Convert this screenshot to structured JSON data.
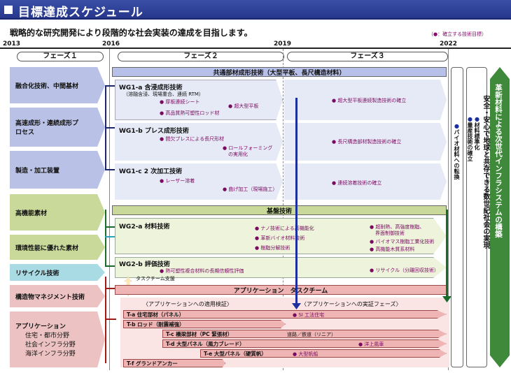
{
  "header": {
    "title": "目標達成スケジュール"
  },
  "subtitle": "戦略的な研究開発により段階的な社会実装の達成を目指します。",
  "legend_note": "（●：確立する技術目標）",
  "years": [
    "2013",
    "2016",
    "2019",
    "2022"
  ],
  "phases": [
    "フェーズ１",
    "フェーズ２",
    "フェーズ３"
  ],
  "left_categories": [
    "融合化技術、中間基材",
    "高速成形・連続成形プロセス",
    "製造・加工装置",
    "高機能素材",
    "環境性能に優れた素材",
    "リサイクル技術",
    "構造物マネジメント技術",
    "アプリケーション"
  ],
  "app_sub": [
    "住宅・都市分野",
    "社会インフラ分野",
    "海洋インフラ分野"
  ],
  "common_bar": "共通部材成形技術（大型平板、長尺構造材料）",
  "base_bar": "基盤技術",
  "app_bar": "アプリケーション　タスクチーム",
  "wg": {
    "a1_title": "WG1-a 含浸成形技術",
    "a1_sub": "（溶融含浸、現場重合、連続 RTM）",
    "a1_items": [
      "厚板連続シート",
      "超大型平板",
      "高品質熱可塑性ロッド材"
    ],
    "a1_p3": "超大型平板連続製造技術の確立",
    "b1_title": "WG1-b プレス成形技術",
    "b1_items": [
      "間欠プレスによる長尺形材",
      "ロールフォーミング",
      "の実用化"
    ],
    "b1_p3": "長尺構造部材製造技術の確立",
    "c1_title": "WG1-c 2 次加工技術",
    "c1_items": [
      "レーザー溶着",
      "曲げ加工（現場施工）"
    ],
    "c1_p3": "連続溶着技術の確立",
    "a2_title": "WG2-a 材料技術",
    "a2_items": [
      "ナノ技術による高機能化",
      "革新バイオ材料技術",
      "樹脂分解技術"
    ],
    "a2_p3": [
      "超耐熱、高強度樹脂、",
      "界面制御技術",
      "バイオマス樹脂工業化技術",
      "高機能木質系材料"
    ],
    "b2_title": "WG2-b 評価技術",
    "b2_items": [
      "熱可塑性複合材料の長期信頼性評価"
    ],
    "b2_p3": "リサイクル（分離回収技術）",
    "task_support": "タスクチーム支援"
  },
  "app_phase_labels": [
    "〈アプリケーションへの適用検証〉",
    "〈アプリケーションへの実証フェーズ〉"
  ],
  "tasks": [
    "T-a 住宅部材（パネル）",
    "T-b ロッド（耐震補強）",
    "T-c 橋梁部材（PC 緊張材）",
    "T-d 大型パネル（風力ブレード）",
    "T-e 大型パネル（硬質帆）",
    "T-f グランドアンカー"
  ],
  "task_results": [
    "SI 工法住宅",
    "道路／鉄道（リニア）",
    "洋上風車",
    "大型帆船"
  ],
  "right_targets": {
    "col1": "材料標準化",
    "col2": "量産技術の確立",
    "col3": "バイオ材料への転換"
  },
  "vision": {
    "line1": "革新材料による次世代インフラシステムの構築",
    "line2": "安全・安心で地球と共存できる数世紀社会の実現"
  }
}
